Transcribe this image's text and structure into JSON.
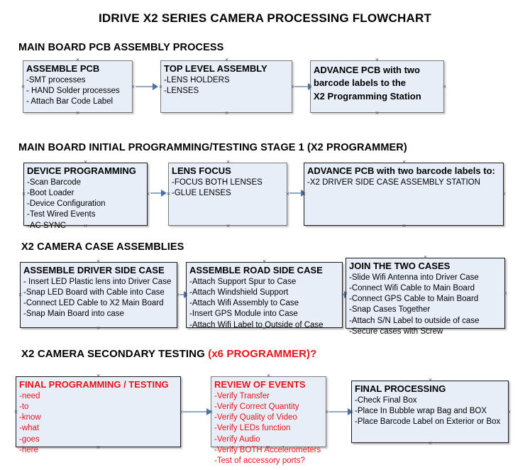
{
  "document": {
    "title": "IDRIVE X2  SERIES CAMERA PROCESSING FLOWCHART"
  },
  "sections": [
    {
      "id": "main-board-pcb-assembly",
      "heading": "MAIN BOARD PCB ASSEMBLY PROCESS",
      "heading_red": "",
      "boxes": [
        {
          "id": "assemble-pcb",
          "title": "ASSEMBLE PCB",
          "lines": [
            "-SMT processes",
            "- HAND Solder processes",
            "- Attach Bar Code Label"
          ]
        },
        {
          "id": "top-level-assembly",
          "title": "TOP LEVEL ASSEMBLY",
          "lines": [
            "-LENS HOLDERS",
            "-LENSES"
          ]
        },
        {
          "id": "advance-pcb-programming-station",
          "title_lines": [
            "ADVANCE PCB with two",
            "barcode labels to the",
            " X2 Programming Station"
          ],
          "lines": []
        }
      ]
    },
    {
      "id": "main-board-initial-programming",
      "heading": "MAIN BOARD INITIAL PROGRAMMING/TESTING STAGE 1 (X2 PROGRAMMER)",
      "heading_red": "",
      "boxes": [
        {
          "id": "device-programming",
          "title": "DEVICE PROGRAMMING",
          "lines": [
            "-Scan Barcode",
            "-Boot Loader",
            "-Device Configuration",
            "-Test Wired Events",
            "-AC SYNC"
          ]
        },
        {
          "id": "lens-focus",
          "title": "LENS FOCUS",
          "lines": [
            "-FOCUS BOTH LENSES",
            "-GLUE LENSES"
          ]
        },
        {
          "id": "advance-pcb-driver-side-case",
          "title": "ADVANCE PCB with two barcode labels to:",
          "lines": [
            "-X2 DRIVER  SIDE  CASE  ASSEMBLY STATION"
          ]
        }
      ]
    },
    {
      "id": "x2-camera-case-assemblies",
      "heading": "X2 CAMERA CASE ASSEMBLIES",
      "heading_red": "",
      "boxes": [
        {
          "id": "assemble-driver-side-case",
          "title": "ASSEMBLE DRIVER SIDE CASE",
          "lines": [
            "- Insert LED Plastic lens into Driver Case",
            "-Snap LED Board with Cable into Case",
            "-Connect LED Cable to X2 Main Board",
            "-Snap Main Board into case"
          ]
        },
        {
          "id": "assemble-road-side-case",
          "title": "ASSEMBLE ROAD SIDE CASE",
          "lines": [
            "-Attach Support Spur to Case",
            "-Attach Windshield Support",
            "-Attach Wifi Assembly to Case",
            "-Insert GPS Module into Case",
            "-Attach Wifi Label to Outside of Case"
          ]
        },
        {
          "id": "join-the-two-cases",
          "title": "JOIN THE TWO CASES",
          "lines": [
            "-Slide Wifi Antenna into Driver Case",
            "-Connect Wifi Cable to Main Board",
            "-Connect GPS Cable to Main Board",
            "-Snap Cases Together",
            "-Attach S/N Label to outside of case",
            "-Secure cases with Screw"
          ]
        }
      ]
    },
    {
      "id": "x2-camera-secondary-testing",
      "heading": "X2 CAMERA SECONDARY TESTING ",
      "heading_red": "(x6 PROGRAMMER)?",
      "boxes": [
        {
          "id": "final-programming-testing",
          "title": "FINAL PROGRAMMING / TESTING",
          "lines": [
            "-need",
            "-to",
            "-know",
            "-what",
            "-goes",
            "-here"
          ]
        },
        {
          "id": "review-of-events",
          "title": "REVIEW OF EVENTS",
          "lines": [
            "-Verify Transfer",
            "-Verify Correct Quantity",
            "-Verify Quality of Video",
            "-Verify LEDs function",
            "-Verify Audio",
            "-Verify BOTH Accelerometers",
            "-Test of accessory ports?"
          ]
        },
        {
          "id": "final-processing",
          "title": "FINAL PROCESSING",
          "lines": [
            " -Check Final Box",
            "-Place In Bubble wrap Bag and BOX",
            "-Place Barcode Label on Exterior or Box"
          ]
        }
      ]
    }
  ],
  "colors": {
    "box_fill": "#e8eef8",
    "box_border": "#1a1a1a",
    "connector": "#8fa9c4",
    "arrowhead": "#4a72ab",
    "red_text": "#e8131a",
    "black_text": "#000000"
  }
}
